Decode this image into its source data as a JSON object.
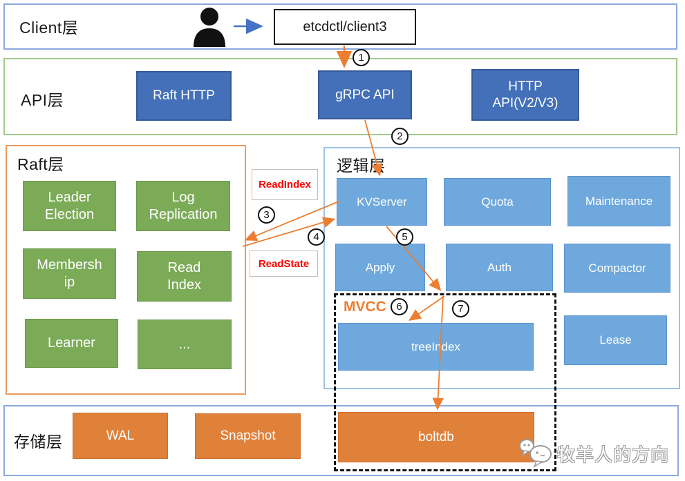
{
  "colors": {
    "dark_blue": "#4470b9",
    "light_blue": "#6fa8dc",
    "green": "#7cab57",
    "orange": "#e0813a",
    "arrow_orange": "#ed7d31",
    "arrow_blue": "#4472c4",
    "annotation_red": "#ff0000"
  },
  "client_layer": {
    "title": "Client层",
    "client_box_label": "etcdctl/client3"
  },
  "api_layer": {
    "title": "API层",
    "nodes": [
      "Raft HTTP",
      "gRPC API",
      "HTTP API(V2/V3)"
    ]
  },
  "raft_layer": {
    "title": "Raft层",
    "nodes": [
      "Leader Election",
      "Log Replication",
      "Membership",
      "Read Index",
      "Learner",
      "..."
    ]
  },
  "logic_layer": {
    "title": "逻辑层",
    "nodes": [
      "KVServer",
      "Quota",
      "Maintenance",
      "Apply",
      "Auth",
      "Compactor",
      "treeIndex",
      "Lease"
    ],
    "mvcc_label": "MVCC"
  },
  "storage_layer": {
    "title": "存储层",
    "nodes": [
      "WAL",
      "Snapshot",
      "boltdb"
    ]
  },
  "annotations": {
    "read_index": "ReadIndex",
    "read_state": "ReadState",
    "steps": [
      "1",
      "2",
      "3",
      "4",
      "5",
      "6",
      "7"
    ]
  },
  "watermark": {
    "text": "牧羊人的方向"
  }
}
